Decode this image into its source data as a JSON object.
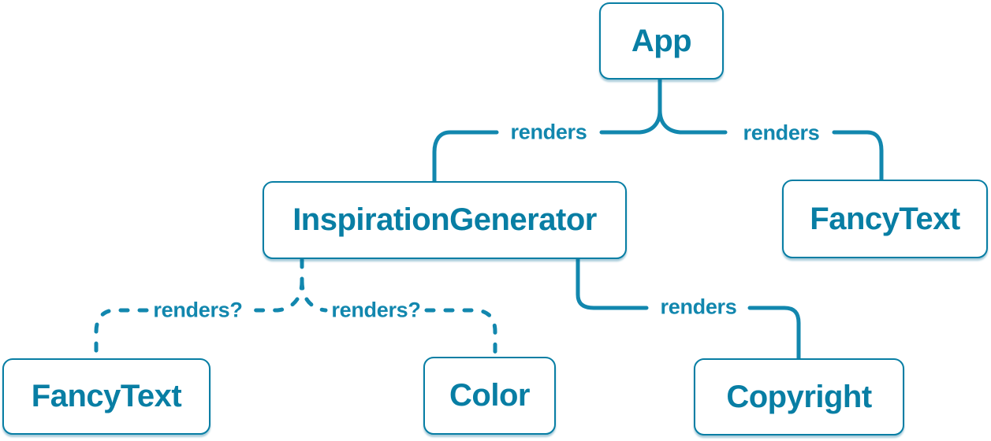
{
  "colors": {
    "accent": "#087ea4",
    "line": "#1287ae",
    "node_background": "#ffffff"
  },
  "nodes": [
    {
      "id": "app",
      "label": "App"
    },
    {
      "id": "inspiration-generator",
      "label": "InspirationGenerator"
    },
    {
      "id": "fancy-text-top",
      "label": "FancyText"
    },
    {
      "id": "fancy-text-bottom",
      "label": "FancyText"
    },
    {
      "id": "color",
      "label": "Color"
    },
    {
      "id": "copyright",
      "label": "Copyright"
    }
  ],
  "edges": [
    {
      "from": "App",
      "to": "InspirationGenerator",
      "label": "renders",
      "style": "solid"
    },
    {
      "from": "App",
      "to": "FancyText",
      "label": "renders",
      "style": "solid"
    },
    {
      "from": "InspirationGenerator",
      "to": "FancyText",
      "label": "renders?",
      "style": "dashed"
    },
    {
      "from": "InspirationGenerator",
      "to": "Color",
      "label": "renders?",
      "style": "dashed"
    },
    {
      "from": "InspirationGenerator",
      "to": "Copyright",
      "label": "renders",
      "style": "solid"
    }
  ]
}
